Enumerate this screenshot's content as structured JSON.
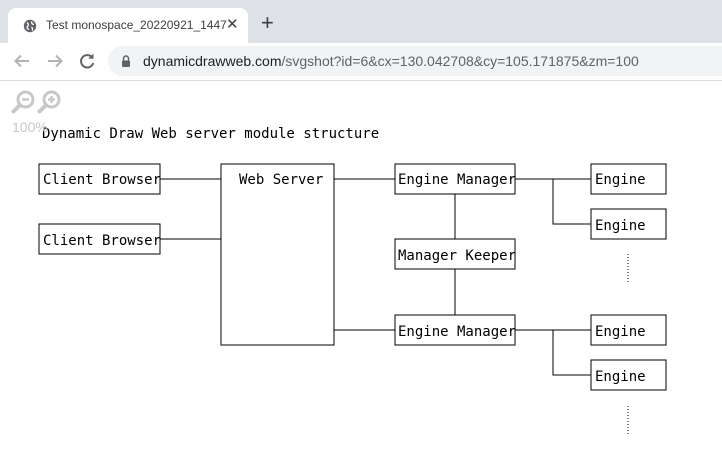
{
  "browser": {
    "tab": {
      "title": "Test monospace_20220921_1447",
      "close": "✕"
    },
    "new_tab": "+",
    "address": {
      "host": "dynamicdrawweb.com",
      "path": "/svgshot?id=6&cx=130.042708&cy=105.171875&zm=100"
    }
  },
  "viewer": {
    "zoom_level": "100%"
  },
  "diagram": {
    "title": "Dynamic Draw Web server module structure",
    "client_browser_1": "Client Browser",
    "client_browser_2": "Client Browser",
    "web_server": "Web Server",
    "engine_manager_1": "Engine Manager",
    "engine_manager_2": "Engine Manager",
    "manager_keeper": "Manager Keeper",
    "engine_1a": "Engine",
    "engine_1b": "Engine",
    "engine_2a": "Engine",
    "engine_2b": "Engine"
  }
}
